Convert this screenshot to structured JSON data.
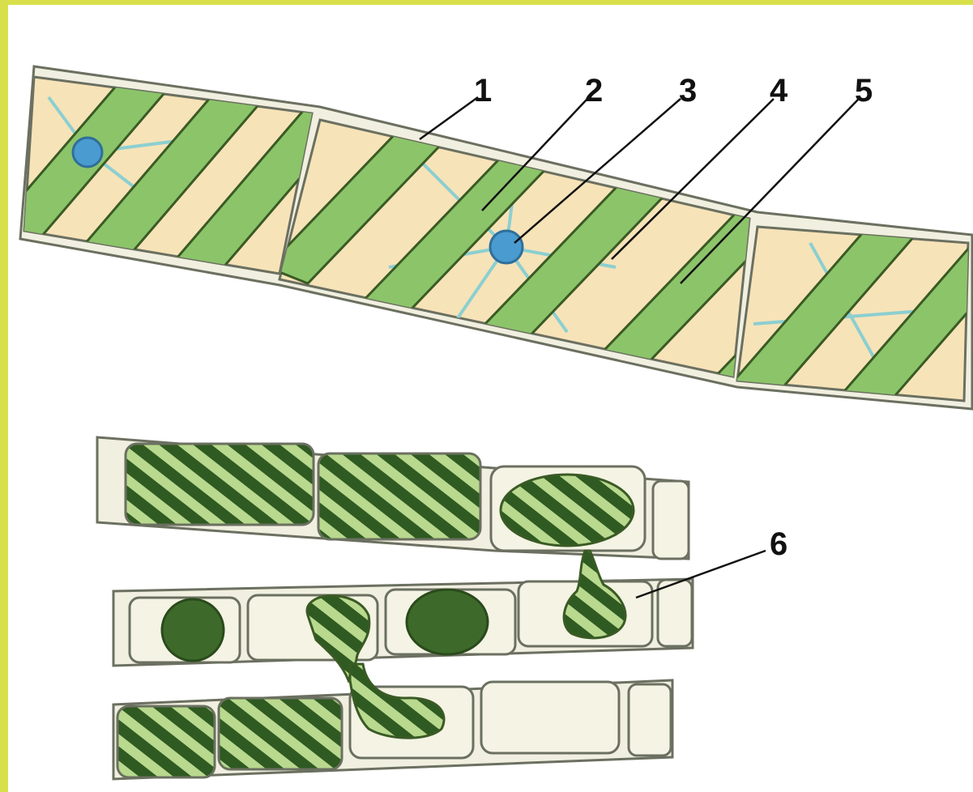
{
  "colors": {
    "frame": "#d7e04a",
    "cytoplasm": "#f7e3b8",
    "chloroplast": "#8cc46a",
    "chloroplast_outline": "#3a5a24",
    "nucleus": "#4a9bd0",
    "cytoplasm_strand": "#8ccfd0",
    "cell_wall": "#6b7060",
    "dark_chloroplast": "#2f5a22",
    "zygote": "#3d6a2a",
    "empty_cell": "#f4f3e4"
  },
  "labels": [
    {
      "id": "1",
      "text": "1"
    },
    {
      "id": "2",
      "text": "2"
    },
    {
      "id": "3",
      "text": "3"
    },
    {
      "id": "4",
      "text": "4"
    },
    {
      "id": "5",
      "text": "5"
    },
    {
      "id": "6",
      "text": "6"
    }
  ]
}
